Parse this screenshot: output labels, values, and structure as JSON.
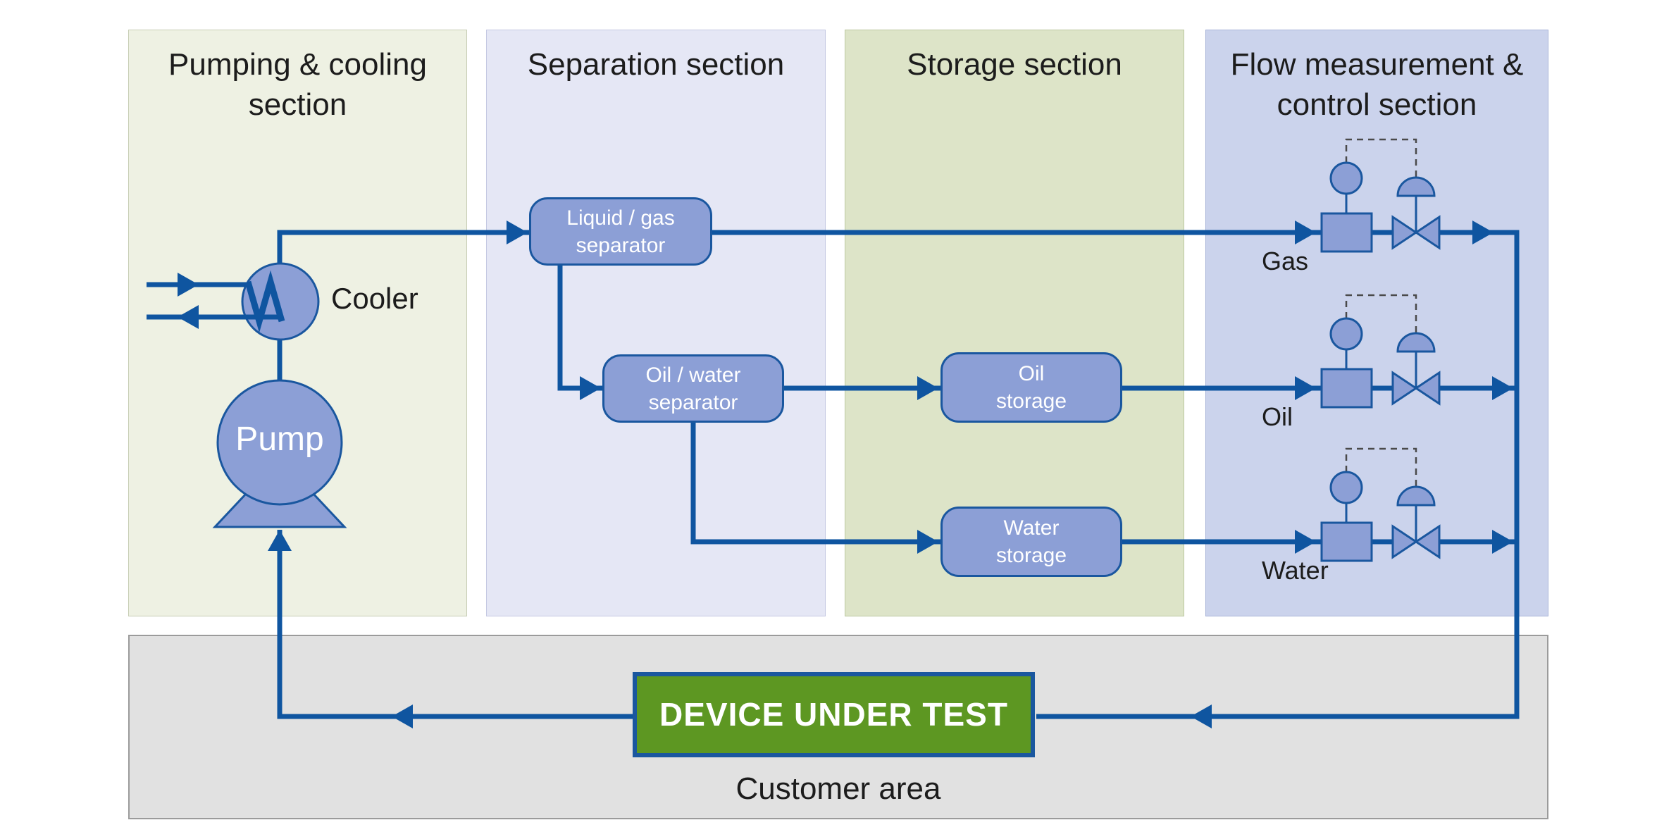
{
  "colors": {
    "line": "#0f55a0",
    "node-fill": "#8c9fd6",
    "node-border": "#1a579f",
    "dut-fill": "#5d9722",
    "sec-pumping-bg": "#eef1e3",
    "sec-separation-bg": "#e5e7f5",
    "sec-storage-bg": "#dde4c8",
    "sec-flow-bg": "#cbd3ec",
    "customer-bg": "#e1e1e1",
    "text-dark": "#1c1c1c",
    "signal": "#4a4a4a"
  },
  "sections": {
    "pumping": {
      "title": "Pumping & cooling section"
    },
    "separation": {
      "title": "Separation section"
    },
    "storage": {
      "title": "Storage section"
    },
    "flow": {
      "title": "Flow measurement & control section"
    }
  },
  "nodes": {
    "cooler": {
      "label": "Cooler"
    },
    "pump": {
      "label": "Pump"
    },
    "liquid_gas_separator": {
      "label": "Liquid / gas separator"
    },
    "oil_water_separator": {
      "label": "Oil / water separator"
    },
    "oil_storage": {
      "label": "Oil storage"
    },
    "water_storage": {
      "label": "Water storage"
    },
    "device_under_test": {
      "label": "DEVICE UNDER TEST"
    }
  },
  "streams": {
    "gas": {
      "label": "Gas"
    },
    "oil": {
      "label": "Oil"
    },
    "water": {
      "label": "Water"
    }
  },
  "customer_area": {
    "label": "Customer area"
  }
}
